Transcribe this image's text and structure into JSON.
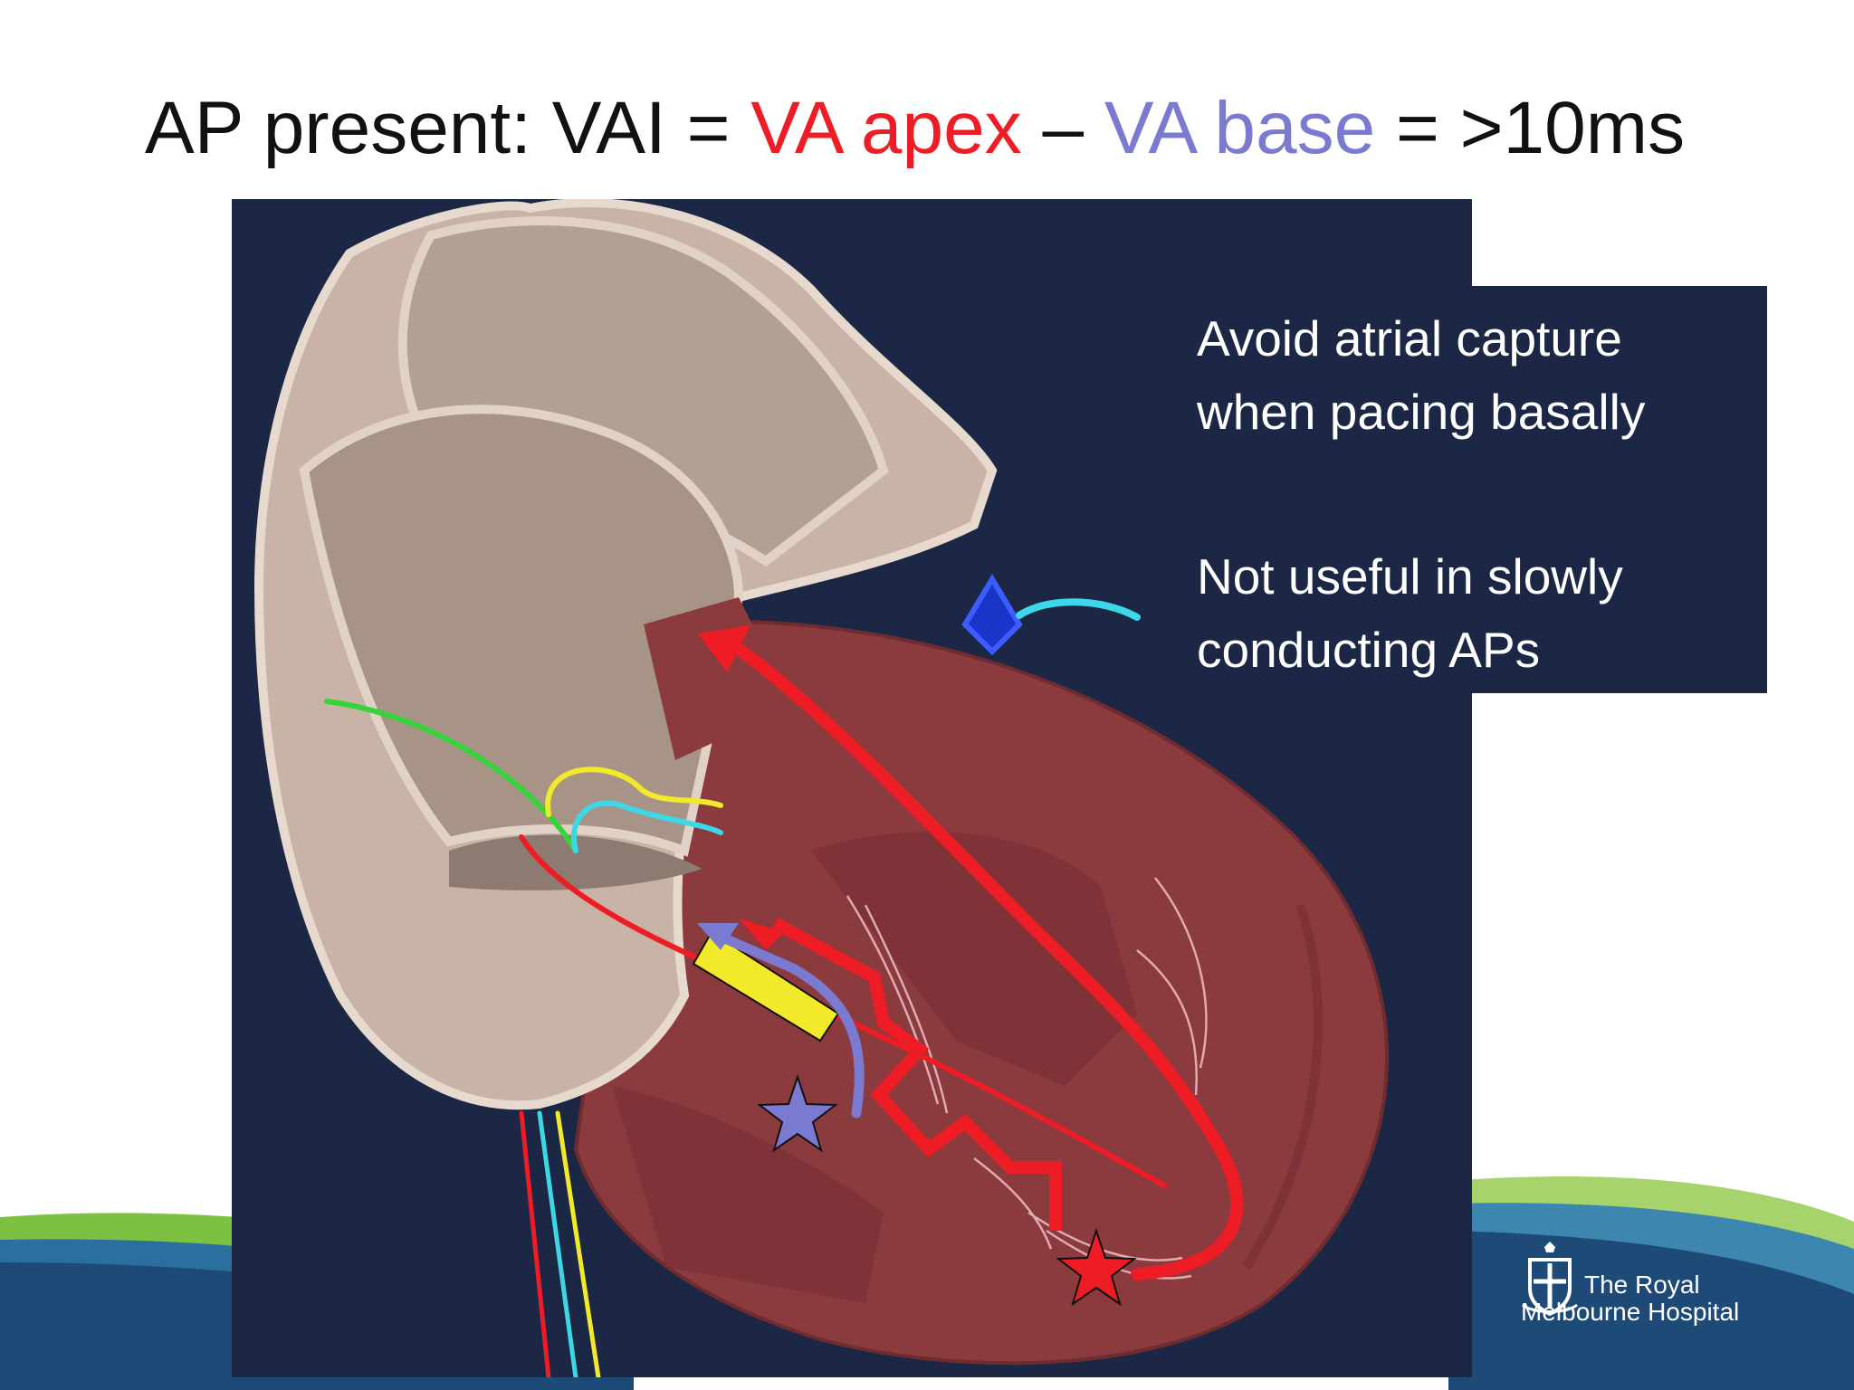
{
  "title": {
    "part1": "AP present: VAI = ",
    "part2": "VA apex",
    "part3": " – ",
    "part4": "VA base",
    "part5": " = >10ms"
  },
  "notes": [
    "Avoid atrial capture when pacing basally",
    "Not useful in slowly conducting APs"
  ],
  "logo": {
    "line1": "The Royal",
    "line2": "Melbourne Hospital",
    "icon": "crest-icon"
  },
  "colors": {
    "apex": "#ee1c24",
    "base": "#7a7bd0",
    "panel": "#1b2744"
  },
  "icons": [
    "star-icon",
    "arrow-icon"
  ]
}
